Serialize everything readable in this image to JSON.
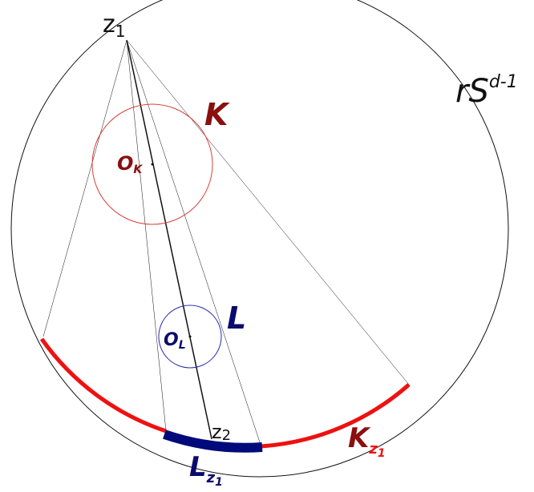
{
  "labels": {
    "z1": "z",
    "z1_sub": "1",
    "sphere": "rS",
    "sphere_sup": "d-1",
    "K": "K",
    "O_K": "O",
    "O_K_sub": "K",
    "L": "L",
    "O_L": "O",
    "O_L_sub": "L",
    "z2": "z",
    "z2_sub": "2",
    "K_z1": "K",
    "K_z1_sub": "z",
    "K_z1_subsub": "1",
    "L_z1": "L",
    "L_z1_sub": "z",
    "L_z1_subsub": "1"
  },
  "colors": {
    "ink": "#111111",
    "K": "#8b0f0f",
    "K_circle": "#d8403a",
    "K_arc": "#ee1111",
    "L": "#0b0b6e",
    "L_circle": "#2a2ab0",
    "L_arc": "#000a7a"
  }
}
